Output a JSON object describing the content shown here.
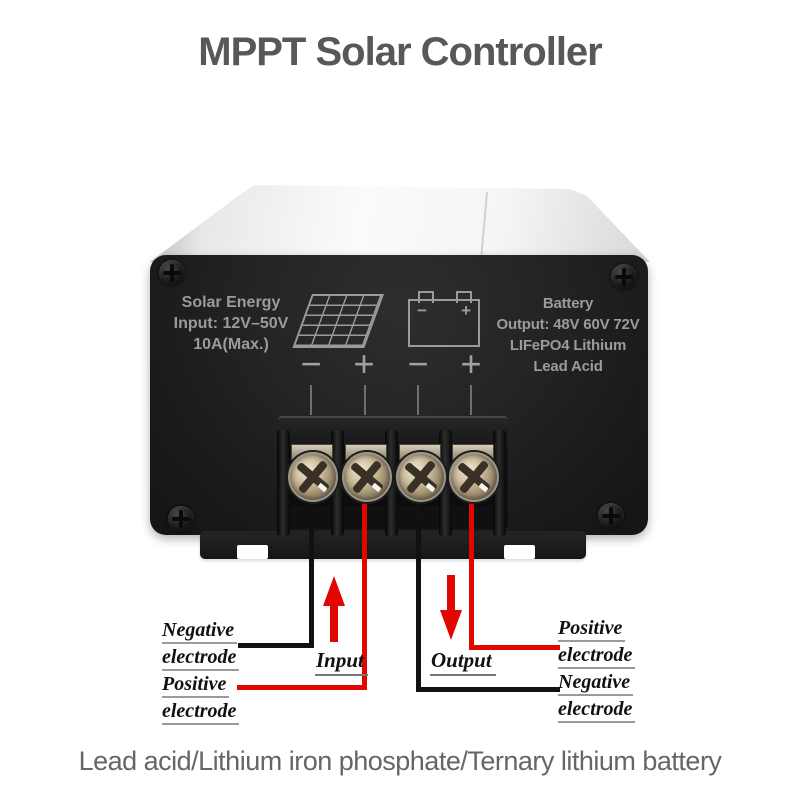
{
  "title": "MPPT Solar Controller",
  "caption": "Lead acid/Lithium iron phosphate/Ternary lithium battery",
  "device_panel": {
    "solar_info": [
      "Solar Energy",
      "Input: 12V–50V",
      "10A(Max.)"
    ],
    "battery_info": [
      "Battery",
      "Output: 48V 60V 72V",
      "LIFePO4 Lithium",
      "Lead Acid"
    ],
    "battery_icon_minus": "−",
    "battery_icon_plus": "+",
    "terminal_marks": [
      "−",
      "+",
      "−",
      "+"
    ]
  },
  "annotations": {
    "input_label": "Input",
    "output_label": "Output",
    "left_labels": [
      {
        "line1": "Negative",
        "line2": "electrode"
      },
      {
        "line1": "Positive",
        "line2": "electrode"
      }
    ],
    "right_labels": [
      {
        "line1": "Positive",
        "line2": "electrode"
      },
      {
        "line1": "Negative",
        "line2": "electrode"
      }
    ]
  },
  "colors": {
    "accent_red": "#e10600",
    "wire_black": "#111111",
    "title_gray": "#58585a",
    "caption_gray": "#666666",
    "panel_text_gray": "#9b9b9b"
  }
}
